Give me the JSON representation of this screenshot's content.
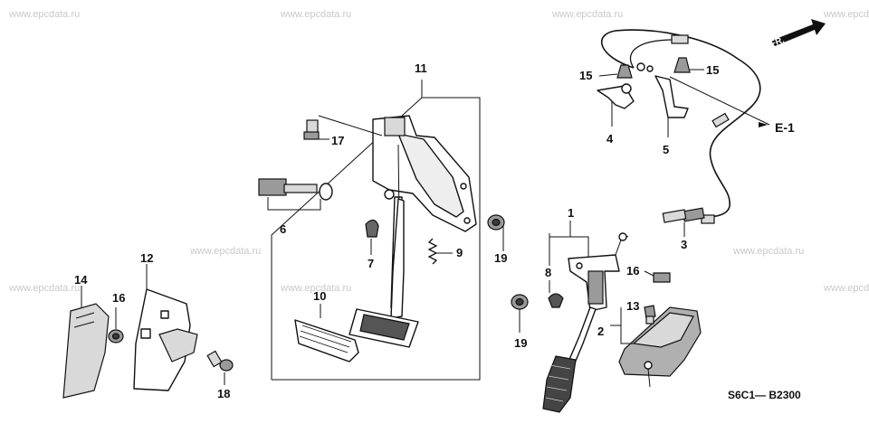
{
  "watermark": "www.epcdata.ru",
  "direction_label": "FR.",
  "reference_label": "E-1",
  "diagram_code": "S6C1— B2300",
  "callouts": {
    "c1": "1",
    "c2": "2",
    "c3": "3",
    "c4": "4",
    "c5": "5",
    "c6": "6",
    "c7": "7",
    "c8": "8",
    "c9": "9",
    "c10": "10",
    "c11": "11",
    "c12": "12",
    "c13": "13",
    "c14": "14",
    "c15a": "15",
    "c15b": "15",
    "c16a": "16",
    "c16b": "16",
    "c17": "17",
    "c18": "18",
    "c19a": "19",
    "c19b": "19"
  }
}
